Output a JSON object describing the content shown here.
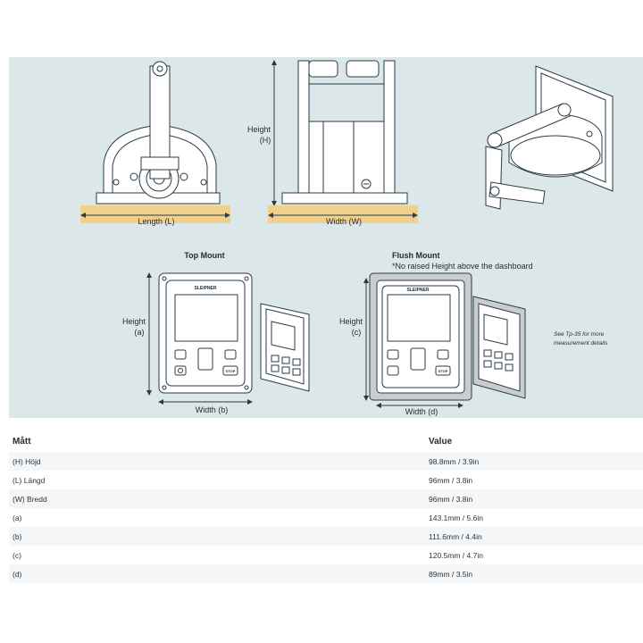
{
  "diagram": {
    "labels": {
      "length_l": "Length (L)",
      "height_h_1": "Height",
      "height_h_2": "(H)",
      "width_w": "Width (W)",
      "top_mount": "Top Mount",
      "flush_mount": "Flush Mount",
      "flush_note": "*No raised Height above the dashboard",
      "height_a_1": "Height",
      "height_a_2": "(a)",
      "width_b": "Width (b)",
      "height_c_1": "Height",
      "height_c_2": "(c)",
      "width_d": "Width (d)",
      "see_note_1": "See Tp-35 for more",
      "see_note_2": "measurement details",
      "brand": "SLEIPNER",
      "stop": "STOP"
    },
    "colors": {
      "panel_bg": "#dbe7e9",
      "base_bar": "#f1d08e",
      "line": "#2b3a44",
      "device_fill": "#ffffff"
    }
  },
  "table": {
    "header_name": "Mått",
    "header_value": "Value",
    "rows": [
      {
        "name": "(H) Höjd",
        "value": "98.8mm / 3.9in"
      },
      {
        "name": "(L) Längd",
        "value": "96mm / 3.8in"
      },
      {
        "name": "(W) Bredd",
        "value": "96mm / 3.8in"
      },
      {
        "name": "(a)",
        "value": "143.1mm / 5.6in"
      },
      {
        "name": "(b)",
        "value": "111.6mm / 4.4in"
      },
      {
        "name": "(c)",
        "value": "120.5mm / 4.7in"
      },
      {
        "name": "(d)",
        "value": "89mm / 3.5in"
      }
    ]
  }
}
